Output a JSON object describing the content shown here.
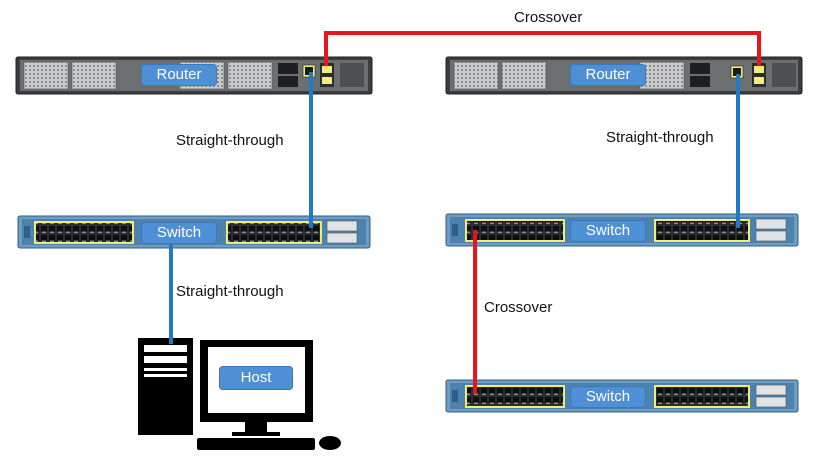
{
  "devices": {
    "router_left": {
      "label": "Router"
    },
    "router_right": {
      "label": "Router"
    },
    "switch_left": {
      "label": "Switch"
    },
    "switch_right_top": {
      "label": "Switch"
    },
    "switch_right_bottom": {
      "label": "Switch"
    },
    "host": {
      "label": "Host"
    }
  },
  "cables": {
    "router_router": {
      "label": "Crossover",
      "color": "#e8151b"
    },
    "router_switch_left": {
      "label": "Straight-through",
      "color": "#1f7bc6"
    },
    "router_switch_right": {
      "label": "Straight-through",
      "color": "#1f7bc6"
    },
    "switch_host": {
      "label": "Straight-through",
      "color": "#1f7bc6"
    },
    "switch_switch": {
      "label": "Crossover",
      "color": "#e8151b"
    }
  },
  "colors": {
    "device_label_bg": "#4f8fd6",
    "router_body": "#3a3a3a",
    "switch_body": "#5a8db0",
    "port_highlight": "#f0ec7a"
  }
}
